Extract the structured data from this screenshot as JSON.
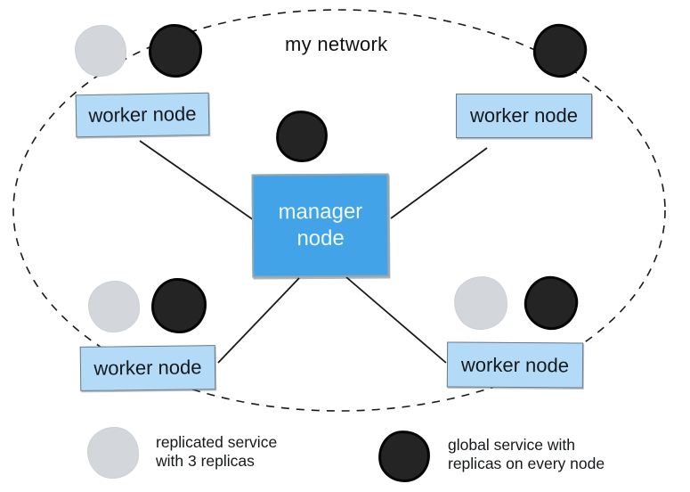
{
  "network": {
    "label": "my network",
    "nodes": [
      {
        "label": "manager node",
        "role": "manager",
        "position": "center",
        "services": [
          "global"
        ]
      },
      {
        "label": "worker node",
        "role": "worker",
        "position": "top-left",
        "services": [
          "replicated",
          "global"
        ]
      },
      {
        "label": "worker node",
        "role": "worker",
        "position": "top-right",
        "services": [
          "global"
        ]
      },
      {
        "label": "worker node",
        "role": "worker",
        "position": "bottom-left",
        "services": [
          "replicated",
          "global"
        ]
      },
      {
        "label": "worker node",
        "role": "worker",
        "position": "bottom-right",
        "services": [
          "replicated",
          "global"
        ]
      }
    ]
  },
  "legend": {
    "replicated": {
      "label": "replicated service with 3 replicas",
      "color": "#d3d7dc"
    },
    "global": {
      "label": "global service with replicas on every node",
      "color": "#242424"
    }
  },
  "colors": {
    "manager_fill": "#42a3e8",
    "worker_fill": "#b3dbf7",
    "replicated_service": "#d3d7dc",
    "global_service": "#242424",
    "line": "#1a1a1a"
  }
}
